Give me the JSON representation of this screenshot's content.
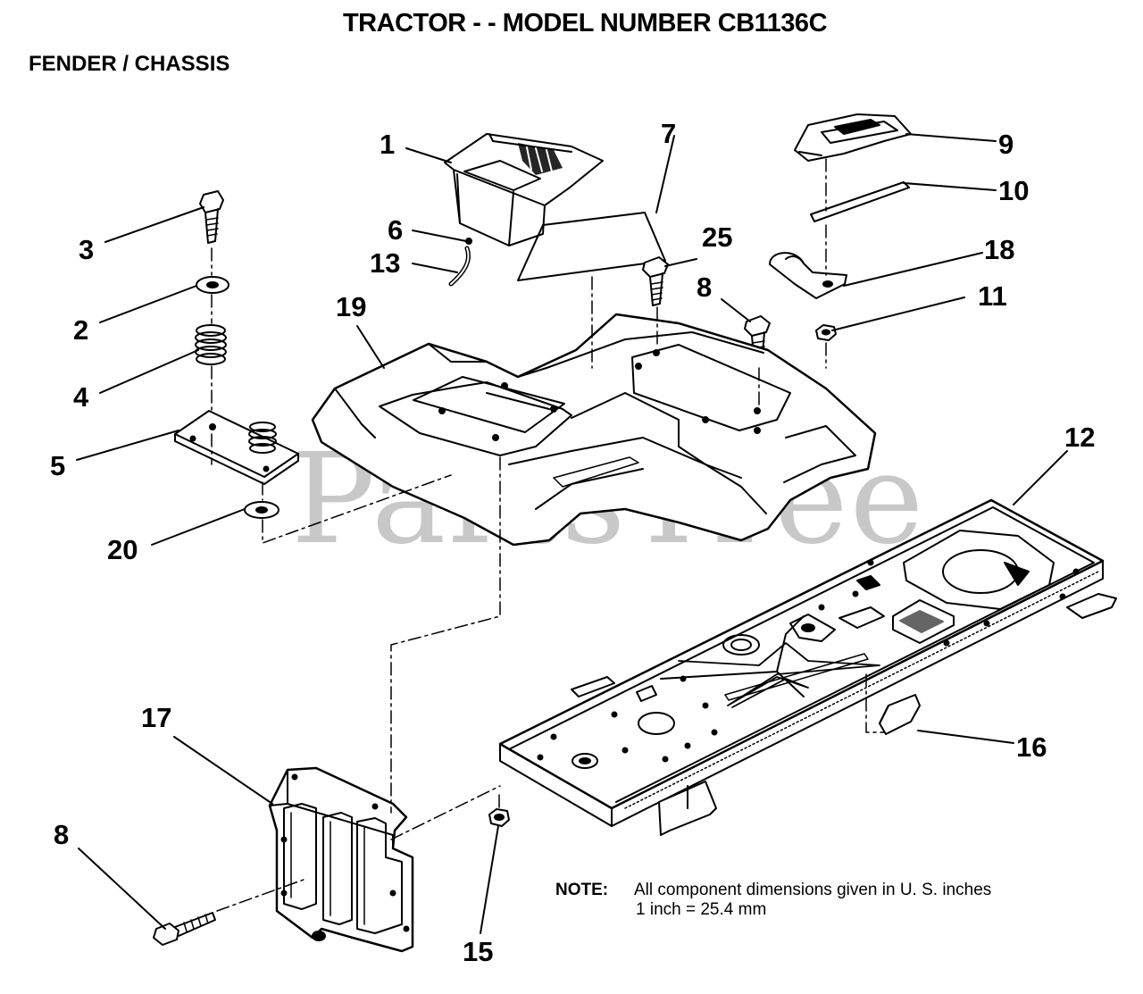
{
  "diagram": {
    "title": "TRACTOR - - MODEL NUMBER CB1136C",
    "subtitle": "FENDER / CHASSIS",
    "watermark": "PartsTree",
    "note": {
      "label": "NOTE:",
      "line1": "All component dimensions given in U. S. inches",
      "line2": "1  inch = 25.4 mm"
    },
    "callouts": {
      "c1": "1",
      "c2": "2",
      "c3": "3",
      "c4": "4",
      "c5": "5",
      "c6": "6",
      "c7": "7",
      "c8a": "8",
      "c8b": "8",
      "c9": "9",
      "c10": "10",
      "c11": "11",
      "c12": "12",
      "c13": "13",
      "c15": "15",
      "c16": "16",
      "c17": "17",
      "c18": "18",
      "c19": "19",
      "c20": "20",
      "c25": "25"
    }
  }
}
